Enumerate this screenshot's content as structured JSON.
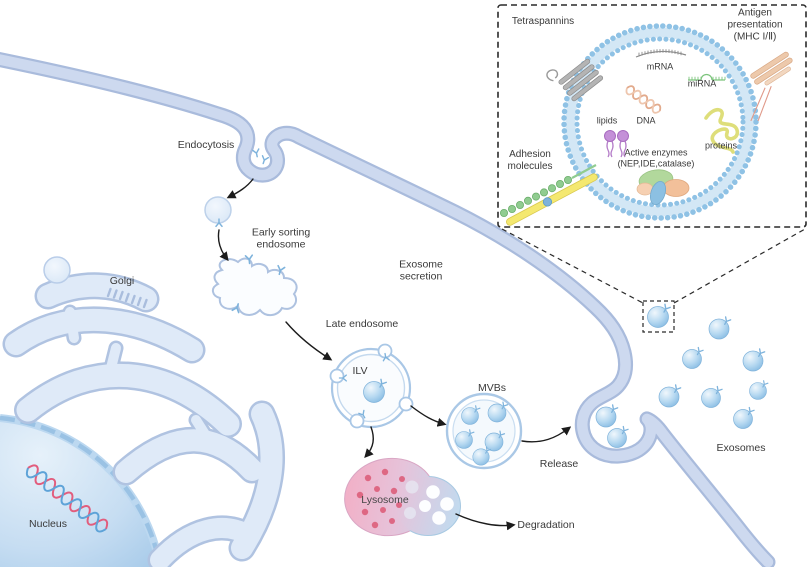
{
  "labels": {
    "endocytosis": "Endocytosis",
    "early_sorting_endosome": "Early sorting\nendosome",
    "golgi": "Golgi",
    "exosome_secretion": "Exosome\nsecretion",
    "late_endosome": "Late endosome",
    "ilv": "ILV",
    "mvbs": "MVBs",
    "release": "Release",
    "lysosome": "Lysosome",
    "degradation": "Degradation",
    "exosomes": "Exosomes",
    "nucleus": "Nucleus"
  },
  "inset": {
    "tetraspannins": "Tetraspannins",
    "antigen_presentation": "Antigen presentation\n(MHC I/Ⅱ)",
    "mrna": "mRNA",
    "mirna": "miRNA",
    "lipids": "lipids",
    "dna": "DNA",
    "proteins": "proteins",
    "adhesion_molecules": "Adhesion\nmolecules",
    "active_enzymes": "Active enzymes\n(NEP,IDE,catalase)"
  },
  "icons": {
    "receptor-icon": "small Y-shaped surface receptor",
    "exosome-icon": "blue sphere vesicle with receptor",
    "tetraspanin-icon": "gray four-pass transmembrane coils",
    "mhc-icon": "tan MHC rods crossing membrane",
    "adhesion-chain-icon": "green beaded chain",
    "adhesion-rod-icon": "yellow rod with blue node",
    "lipid-icon": "purple phospholipid lollipops",
    "mrna-icon": "gray comb strand",
    "mirna-icon": "green hairpin comb",
    "dna-icon": "tan double helix",
    "protein-icon": "yellow ribbon tangle",
    "enzyme-cluster-icon": "green/orange/blue blob cluster",
    "dna-helix-icon": "red and blue double helix",
    "magnifier-box-icon": "dashed zoom box with connector lines"
  },
  "colors": {
    "membrane_fill": "#cdd9ef",
    "membrane_outline": "#a9bbdc",
    "organelle_fill": "#dfeaf8",
    "organelle_outline": "#b0c3e1",
    "nucleus_fill": "#c6ddf2",
    "nucleus_rim": "#9ac2e4",
    "exosome_blue": "#8cc0e6",
    "lysosome_pink": "#f0b4c9",
    "lysosome_blue": "#c3dff0",
    "lysosome_granule": "#dd5f7b",
    "dna_red": "#e25d7d",
    "dna_blue": "#5ea3d8",
    "ring_bead_blue": "#8fc2e5",
    "tetraspanin_gray": "#b4b4b4",
    "mhc_tan": "#edc9ab",
    "adhesion_green": "#90cc90",
    "adhesion_yellow": "#f4e870",
    "lipid_purple": "#c490d8",
    "mirna_green": "#7cc47c",
    "dna_tan": "#e2aa8c",
    "protein_yellow": "#dede7a",
    "enzyme_green": "#b2d89c",
    "enzyme_orange": "#f2c09a",
    "enzyme_blue": "#8cc0e2",
    "arrow_black": "#1c1c1c",
    "text": "#3a3a3a"
  }
}
